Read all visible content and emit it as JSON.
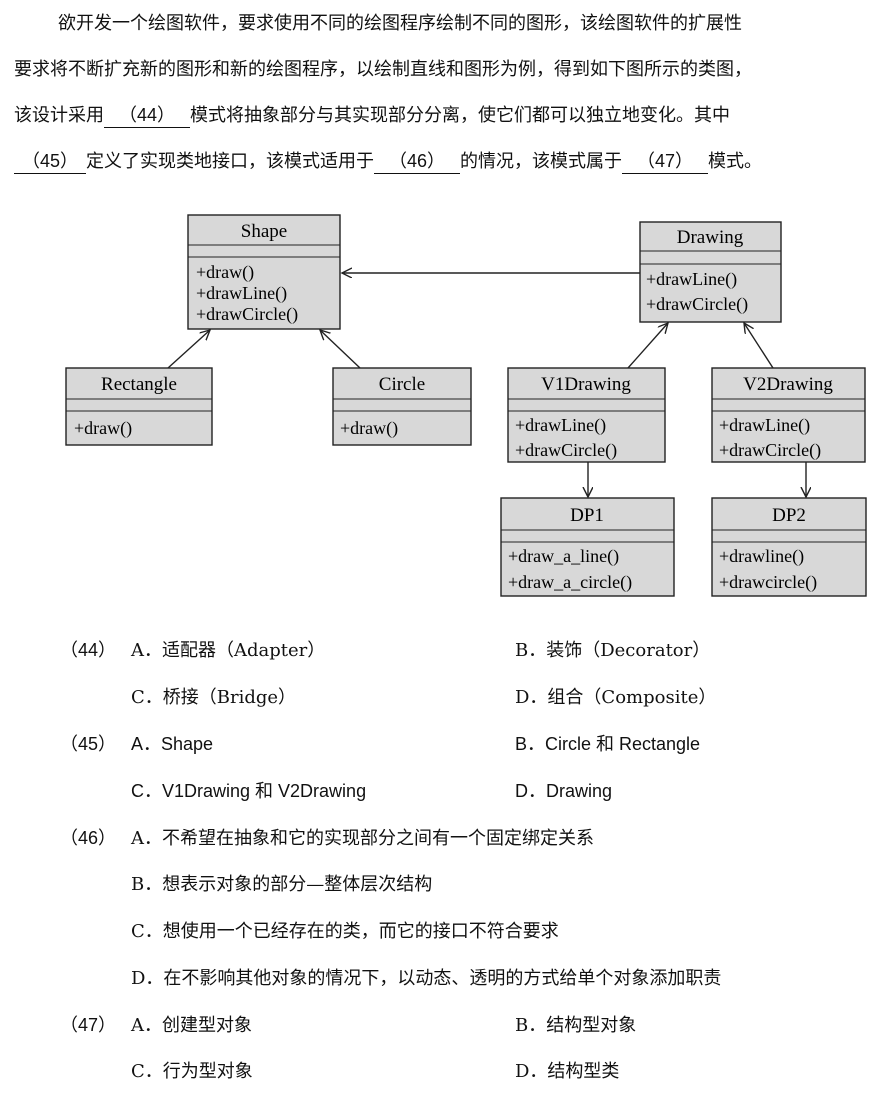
{
  "intro": {
    "line1": "欲开发一个绘图软件，要求使用不同的绘图程序绘制不同的图形，该绘图软件的扩展性",
    "line2": "要求将不断扩充新的图形和新的绘图程序，以绘制直线和图形为例，得到如下图所示的类图，",
    "line3a": "该设计采用",
    "blank44": "（44）",
    "line3b": "模式将抽象部分与其实现部分分离，使它们都可以独立地变化。其中",
    "blank45": "（45）",
    "line4a": "定义了实现类地接口，该模式适用于",
    "blank46": "（46）",
    "line4b": "的情况，该模式属于",
    "blank47": "（47）",
    "line4c": "模式。"
  },
  "diagram": {
    "classes": {
      "shape": {
        "name": "Shape",
        "methods": [
          "+draw()",
          "+drawLine()",
          "+drawCircle()"
        ]
      },
      "drawing": {
        "name": "Drawing",
        "methods": [
          "+drawLine()",
          "+drawCircle()"
        ]
      },
      "rectangle": {
        "name": "Rectangle",
        "methods": [
          "+draw()"
        ]
      },
      "circle": {
        "name": "Circle",
        "methods": [
          "+draw()"
        ]
      },
      "v1drawing": {
        "name": "V1Drawing",
        "methods": [
          "+drawLine()",
          "+drawCircle()"
        ]
      },
      "v2drawing": {
        "name": "V2Drawing",
        "methods": [
          "+drawLine()",
          "+drawCircle()"
        ]
      },
      "dp1": {
        "name": "DP1",
        "methods": [
          "+draw_a_line()",
          "+draw_a_circle()"
        ]
      },
      "dp2": {
        "name": "DP2",
        "methods": [
          "+drawline()",
          "+drawcircle()"
        ]
      }
    }
  },
  "questions": [
    {
      "num": "（44）",
      "options": [
        "A．适配器（Adapter）",
        "B．装饰（Decorator）",
        "C．桥接（Bridge）",
        "D．组合（Composite）"
      ]
    },
    {
      "num": "（45）",
      "options": [
        "A．Shape",
        "B．Circle 和 Rectangle",
        "C．V1Drawing 和 V2Drawing",
        "D．Drawing"
      ]
    },
    {
      "num": "（46）",
      "options": [
        "A．不希望在抽象和它的实现部分之间有一个固定绑定关系",
        "B．想表示对象的部分—整体层次结构",
        "C．想使用一个已经存在的类，而它的接口不符合要求",
        "D．在不影响其他对象的情况下，以动态、透明的方式给单个对象添加职责"
      ]
    },
    {
      "num": "（47）",
      "options": [
        "A．创建型对象",
        "B．结构型对象",
        "C．行为型对象",
        "D．结构型类"
      ]
    }
  ]
}
